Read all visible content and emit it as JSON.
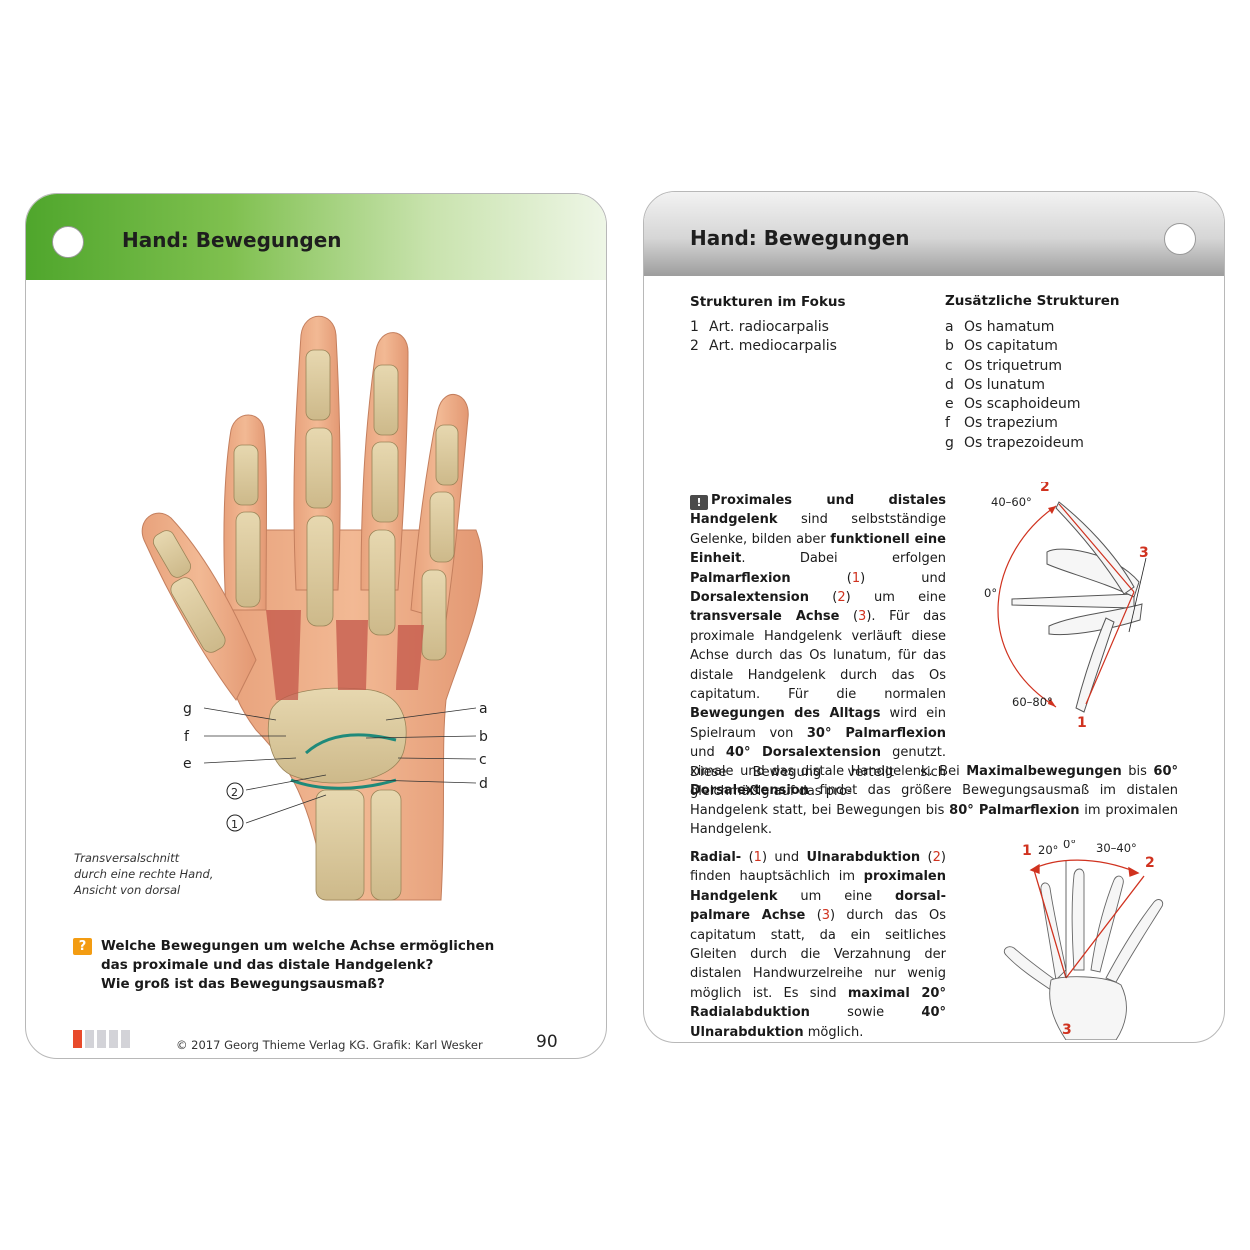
{
  "front": {
    "title": "Hand: Bewegungen",
    "figure_labels_right": [
      "a",
      "b",
      "c",
      "d"
    ],
    "figure_labels_left": [
      "g",
      "f",
      "e"
    ],
    "figure_circled": [
      "2",
      "1"
    ],
    "caption_lines": [
      "Transversalschnitt",
      "durch eine rechte Hand,",
      "Ansicht von dorsal"
    ],
    "question_icon": "?",
    "question_lines": [
      "Welche Bewegungen um welche Achse ermöglichen",
      "das proximale und das distale Handgelenk?",
      "Wie groß ist das Bewegungsausmaß?"
    ],
    "copyright": "© 2017 Georg Thieme Verlag KG. Grafik: Karl Wesker",
    "page_number": "90",
    "progress": {
      "filled": 1,
      "total": 5
    },
    "colors": {
      "header_green": "#4fa62c",
      "accent_red": "#e84a2b",
      "question_orange": "#f39c12"
    }
  },
  "back": {
    "title": "Hand: Bewegungen",
    "focus_heading": "Strukturen im Fokus",
    "focus_items": [
      {
        "key": "1",
        "text": "Art. radiocarpalis"
      },
      {
        "key": "2",
        "text": "Art. mediocarpalis"
      }
    ],
    "extra_heading": "Zusätzliche Strukturen",
    "extra_items": [
      {
        "key": "a",
        "text": "Os hamatum"
      },
      {
        "key": "b",
        "text": "Os capitatum"
      },
      {
        "key": "c",
        "text": "Os triquetrum"
      },
      {
        "key": "d",
        "text": "Os lunatum"
      },
      {
        "key": "e",
        "text": "Os scaphoideum"
      },
      {
        "key": "f",
        "text": "Os trapezium"
      },
      {
        "key": "g",
        "text": "Os trapezoideum"
      }
    ],
    "info_icon": "!",
    "p1": {
      "t01": "Proximales und distales Handgelenk",
      "t02": " sind selbstständige Gelenke, bilden aber ",
      "t03": "funktionell eine Einheit",
      "t04": ". Dabei erfolgen ",
      "t05": "Palmarflexion",
      "t06": " (",
      "t07": "1",
      "t08": ") und ",
      "t09": "Dorsalextension",
      "t10": " (",
      "t11": "2",
      "t12": ") um eine ",
      "t13": "transversale Achse",
      "t14": " (",
      "t15": "3",
      "t16": "). Für das proximale Handgelenk verläuft diese Achse durch das Os lunatum, für das distale Handgelenk durch das Os capitatum. Für die normalen ",
      "t17": "Bewegungen des Alltags",
      "t18": " wird ein Spielraum von ",
      "t19": "30° Palmarflexion",
      "t20": " und ",
      "t21": "40° Dorsalextension",
      "t22": " genutzt. Diese Bewegung verteilt sich gleichmäßig auf das pro-"
    },
    "p1b": {
      "t01": "ximale und das distale Handgelenk. Bei ",
      "t02": "Maximalbewegungen",
      "t03": " bis ",
      "t04": "60° Dorsalextension",
      "t05": " findet das größere Bewegungsausmaß im distalen Handgelenk statt, bei Bewegungen bis ",
      "t06": "80° Palmarflexion",
      "t07": " im proximalen Handgelenk."
    },
    "p2": {
      "t01": "Radial-",
      "t02": " (",
      "t03": "1",
      "t04": ") und ",
      "t05": "Ulnarabduktion",
      "t06": " (",
      "t07": "2",
      "t08": ") finden hauptsächlich im ",
      "t09": "proximalen Handgelenk",
      "t10": " um eine ",
      "t11": "dorsal-palmare Achse",
      "t12": " (",
      "t13": "3",
      "t14": ") durch das Os capitatum statt, da ein seitliches Gleiten durch die Verzahnung der distalen Handwurzelreihe nur wenig möglich ist. Es sind ",
      "t15": "maximal 20° Radialabduktion",
      "t16": " sowie ",
      "t17": "40° Ulnarabduktion",
      "t18": " möglich."
    },
    "fig1": {
      "ang_top": "40–60°",
      "ang_mid": "0°",
      "ang_bottom": "60–80°",
      "n_top": "2",
      "n_axis": "3",
      "n_bottom": "1"
    },
    "fig2": {
      "n_left": "1",
      "ang_left": "20°",
      "ang_mid": "0°",
      "ang_right": "30–40°",
      "n_right": "2",
      "n_axis": "3"
    },
    "colors": {
      "header_gray": "#9d9d9d",
      "number_red": "#d0321f"
    }
  }
}
